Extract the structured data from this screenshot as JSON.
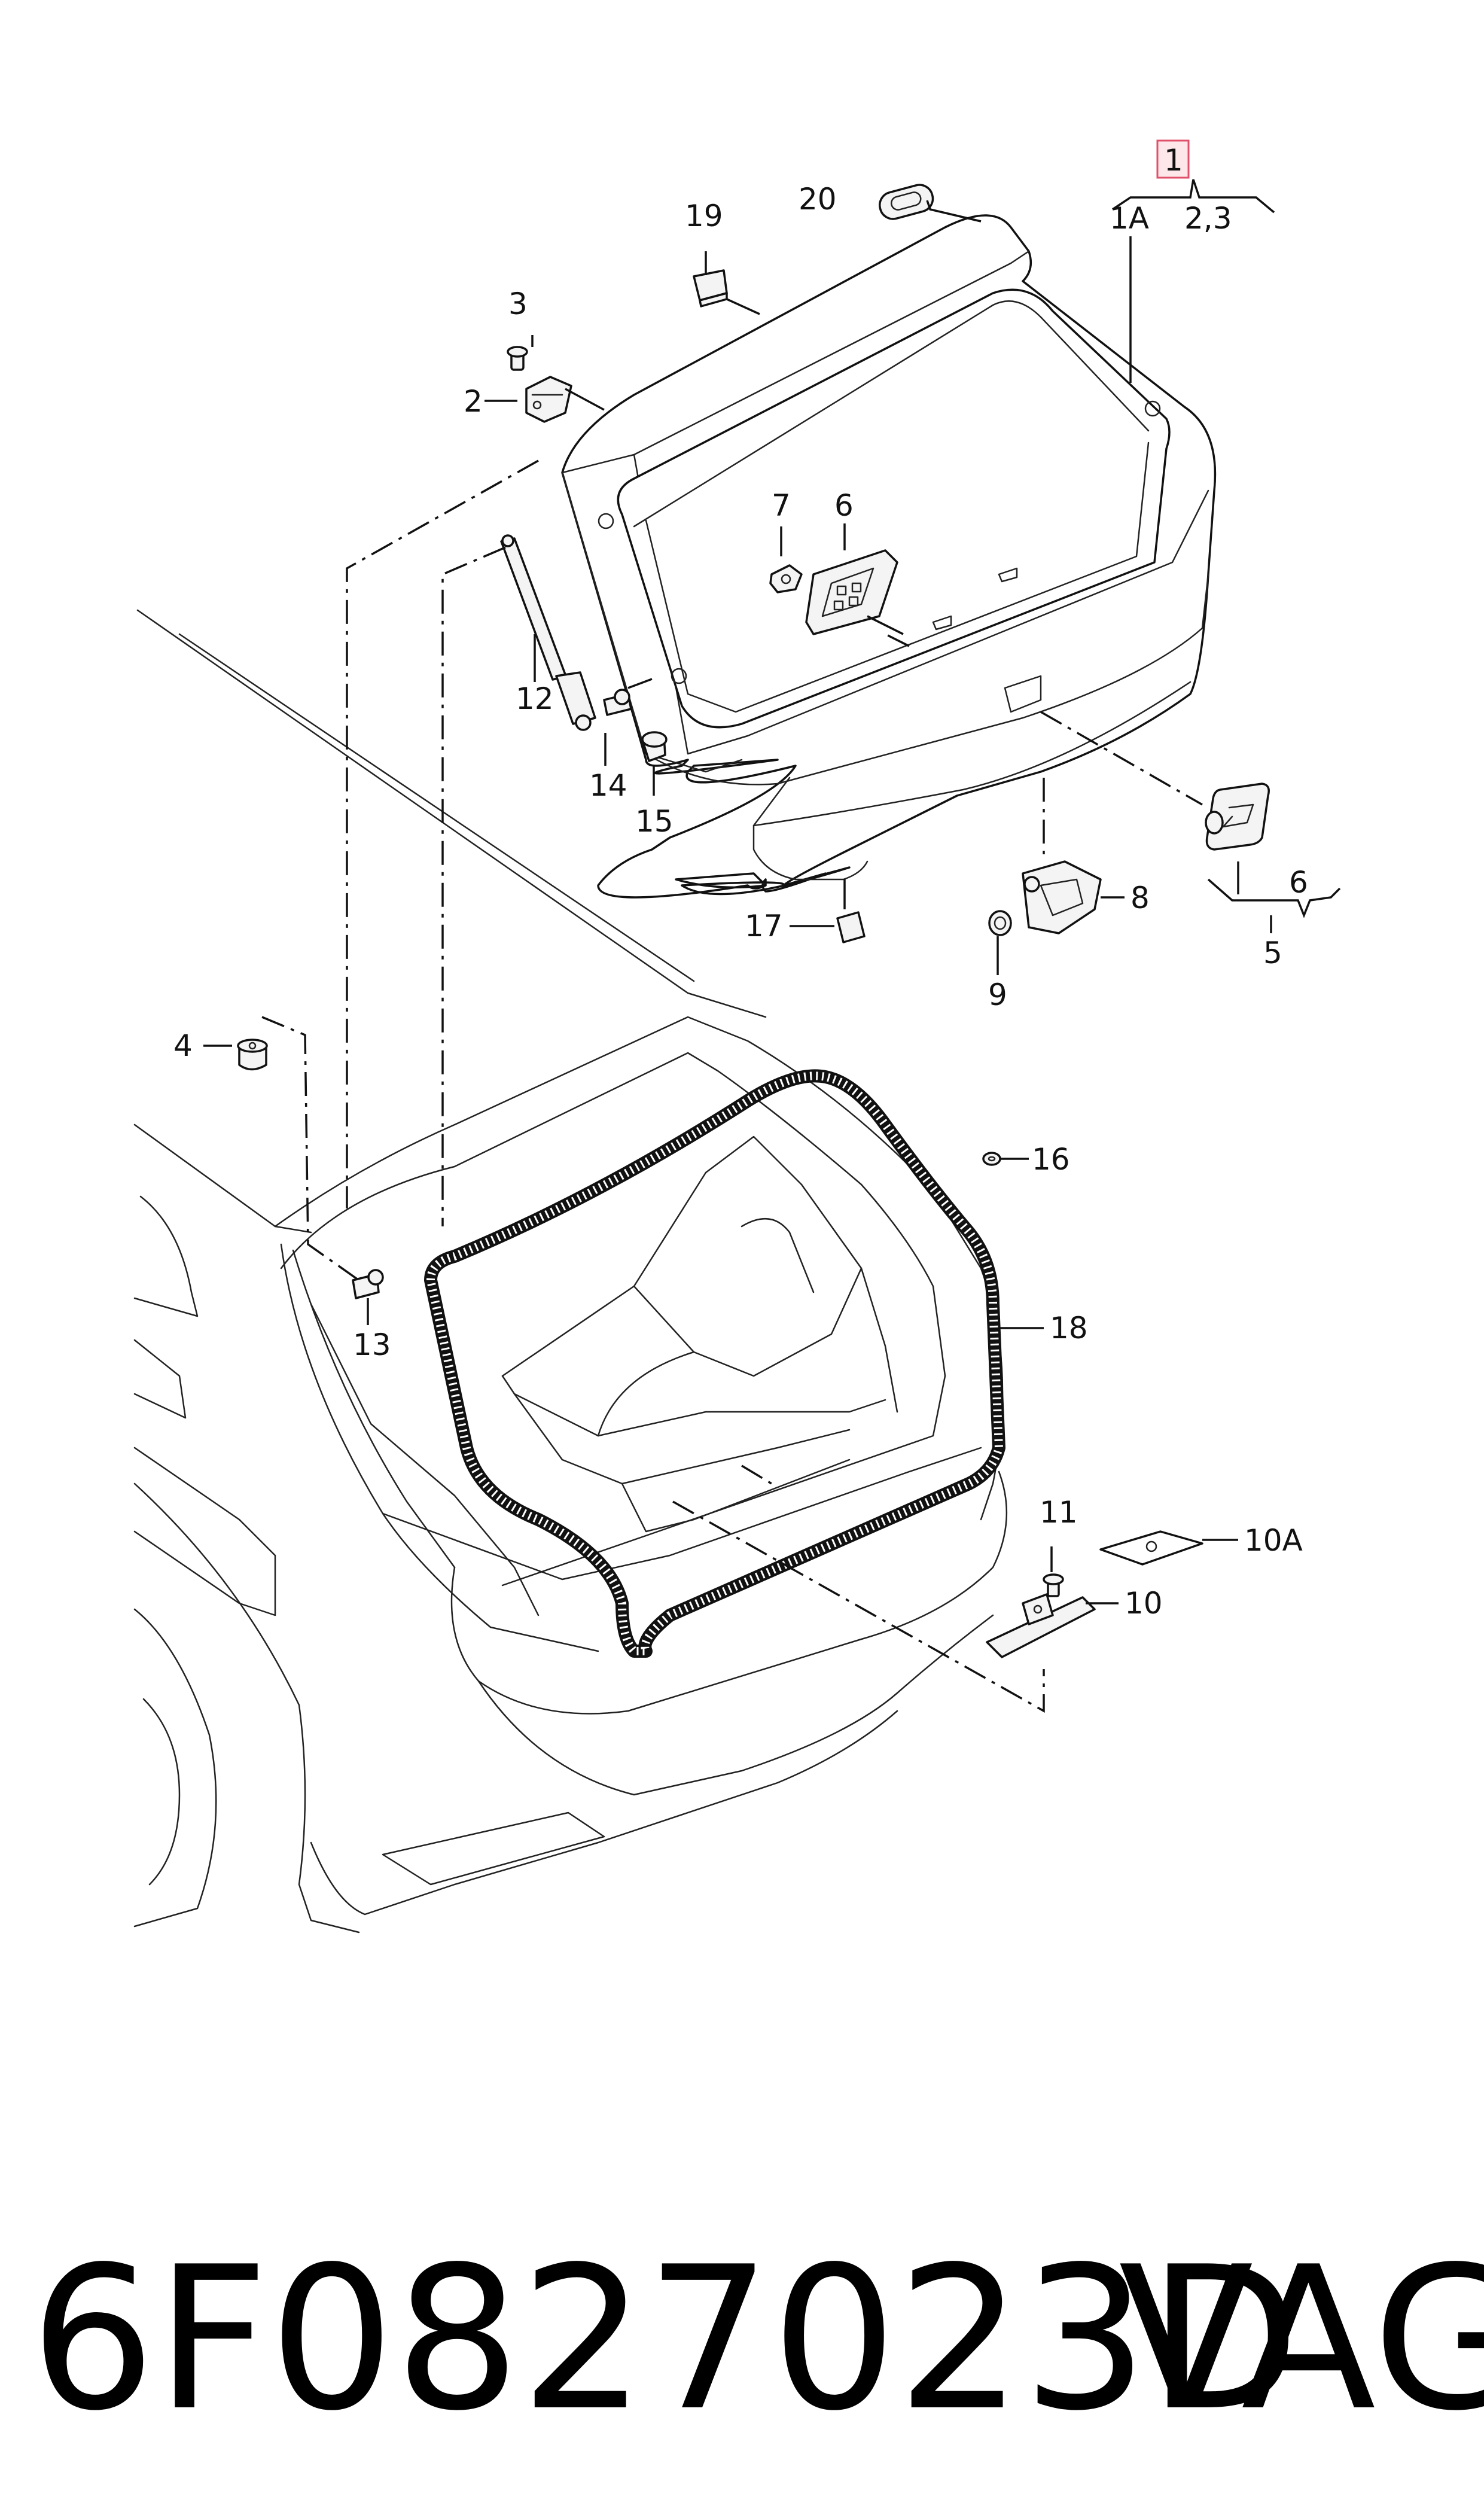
{
  "callouts": {
    "c1": "1",
    "c1A": "1A",
    "c23": "2,3",
    "c2": "2",
    "c3": "3",
    "c4": "4",
    "c5": "5",
    "c6a": "6",
    "c6b": "6",
    "c7": "7",
    "c8": "8",
    "c9": "9",
    "c10": "10",
    "c10A": "10A",
    "c11": "11",
    "c12": "12",
    "c13": "13",
    "c14": "14",
    "c15": "15",
    "c16": "16",
    "c17": "17",
    "c18": "18",
    "c19": "19",
    "c20": "20"
  },
  "footer": {
    "part_number": "6F0827023D",
    "brand": "VAG"
  },
  "colors": {
    "line": "#111111",
    "highlight_fill": "#fde7ea",
    "highlight_stroke": "#e0506b"
  }
}
